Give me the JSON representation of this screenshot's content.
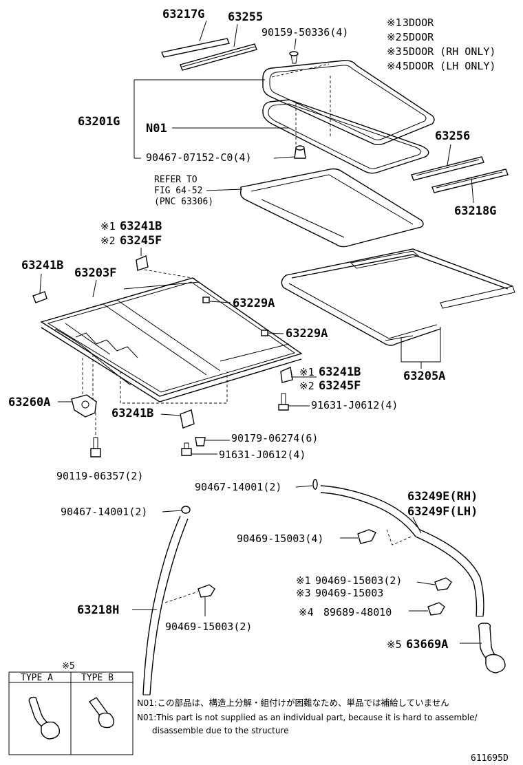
{
  "legend": [
    {
      "mark": "※1",
      "text": "3DOOR"
    },
    {
      "mark": "※2",
      "text": "5DOOR"
    },
    {
      "mark": "※3",
      "text": "5DOOR (RH ONLY)"
    },
    {
      "mark": "※4",
      "text": "5DOOR (LH ONLY)"
    }
  ],
  "labels": {
    "p63217g": "63217G",
    "p63255": "63255",
    "p90159": "90159-50336(4)",
    "p63201g": "63201G",
    "n01": "N01",
    "p90467_07152": "90467-07152-C0(4)",
    "p63256": "63256",
    "p63218g": "63218G",
    "refer_1": "REFER TO",
    "refer_2": "FIG 64-52",
    "refer_3": "(PNC 63306)",
    "m1a": "※1",
    "p63241b_a": "63241B",
    "m2a": "※2",
    "p63245f_a": "63245F",
    "p63241b_b": "63241B",
    "p63203f": "63203F",
    "p63229a_a": "63229A",
    "p63229a_b": "63229A",
    "m1b": "※1",
    "p63241b_c": "63241B",
    "m2b": "※2",
    "p63245f_b": "63245F",
    "p63205a": "63205A",
    "p63260a": "63260A",
    "p91631_a": "91631-J0612(4)",
    "p63241b_d": "63241B",
    "p90179": "90179-06274(6)",
    "p91631_b": "91631-J0612(4)",
    "p90119": "90119-06357(2)",
    "p90467_14001_a": "90467-14001(2)",
    "p63249e": "63249E(RH)",
    "p63249f": "63249F(LH)",
    "p90467_14001_b": "90467-14001(2)",
    "p90469_a": "90469-15003(4)",
    "m1c": "※1",
    "p90469_b": "90469-15003(2)",
    "m3c": "※3",
    "p90469_c": "90469-15003",
    "m4c": "※4",
    "p89689": "89689-48010",
    "p63218h": "63218H",
    "p90469_d": "90469-15003(2)",
    "m5": "※5",
    "p63669a": "63669A",
    "type_mark": "※5",
    "type_a": "TYPE A",
    "type_b": "TYPE B",
    "note_jp": "N01:この部品は、構造上分解・組付けが困難なため、単品では補給していません",
    "note_en_1": "N01:This part is not supplied as an individual part, because it is hard to assemble/",
    "note_en_2": "disassemble due to the structure",
    "fig_id": "611695D"
  }
}
